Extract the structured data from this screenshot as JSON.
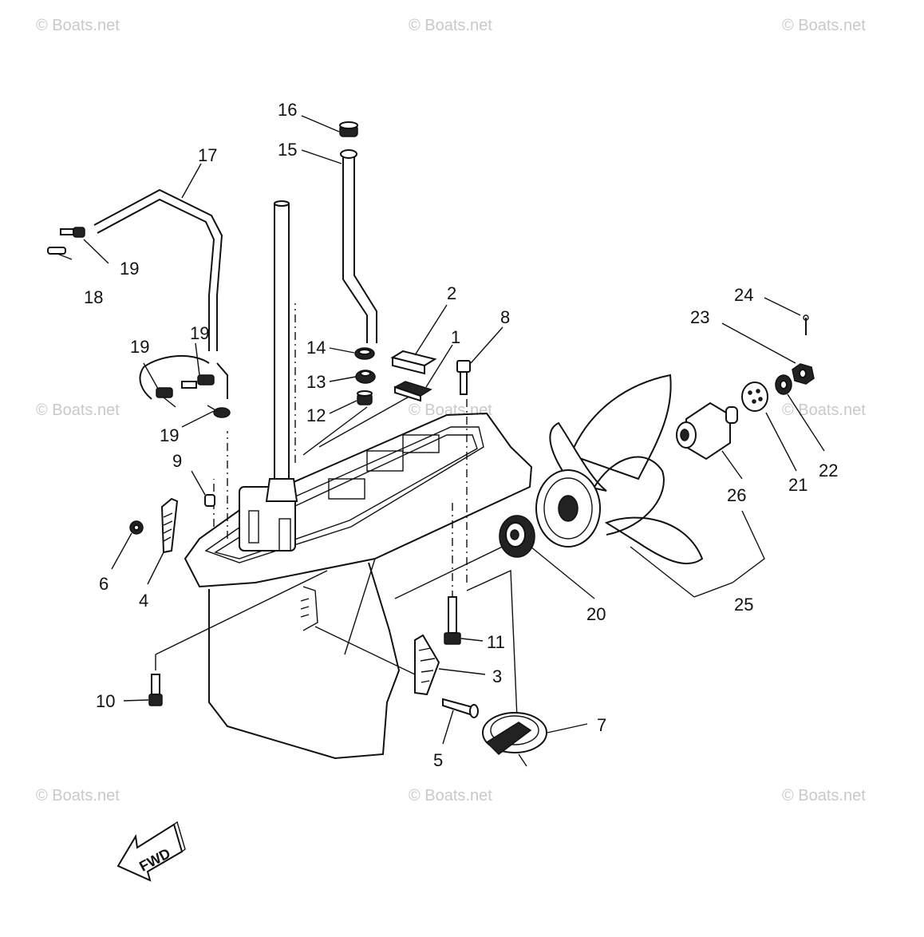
{
  "watermark_text": "© Boats.net",
  "direction_label": "FWD",
  "part_labels": [
    "1",
    "2",
    "3",
    "4",
    "5",
    "6",
    "7",
    "8",
    "9",
    "10",
    "11",
    "12",
    "13",
    "14",
    "15",
    "16",
    "17",
    "18",
    "19",
    "19",
    "19",
    "19",
    "20",
    "21",
    "22",
    "23",
    "24",
    "25",
    "26"
  ]
}
